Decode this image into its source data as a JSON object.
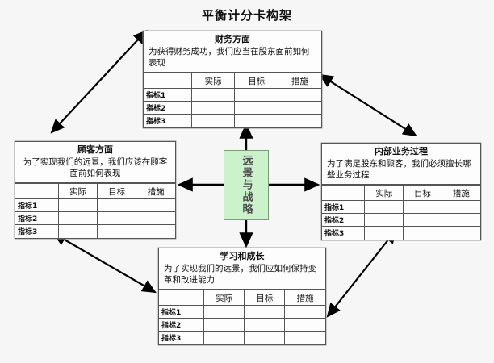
{
  "title": "平衡计分卡构架",
  "colors": {
    "background": "#f6f6f6",
    "center_fill": "#ccf2cc",
    "center_border": "#7a9a7a",
    "box_border": "#555555",
    "arrow": "#000000"
  },
  "center": {
    "label": "远景与战略"
  },
  "table": {
    "columns": [
      "",
      "实际",
      "目标",
      "措施"
    ],
    "rows": [
      "指标1",
      "指标2",
      "指标3"
    ]
  },
  "perspectives": {
    "financial": {
      "title": "财务方面",
      "desc": "为获得财务成功，我们应当在股东面前如何表现",
      "align": "left"
    },
    "customer": {
      "title": "顾客方面",
      "desc": "为了实现我们的远景，我们应该在顾客面前如何表现",
      "align": "center"
    },
    "internal": {
      "title": "内部业务过程",
      "desc": "为了满足股东和顾客，我们必须擅长哪些业务过程",
      "align": "left"
    },
    "learning": {
      "title": "学习和成长",
      "desc": "为了实现我们的远景，我们应如何保持变革和改进能力",
      "align": "left"
    }
  },
  "arrows": {
    "center_up": "center-to-financial",
    "center_down": "center-to-learning",
    "center_left": "center-to-customer",
    "center_right": "center-to-internal",
    "diag_financial_customer": "financial-customer-双向",
    "diag_financial_internal": "financial-internal-双向",
    "diag_customer_learning": "customer-learning-双向",
    "diag_internal_learning": "internal-learning-双向"
  }
}
